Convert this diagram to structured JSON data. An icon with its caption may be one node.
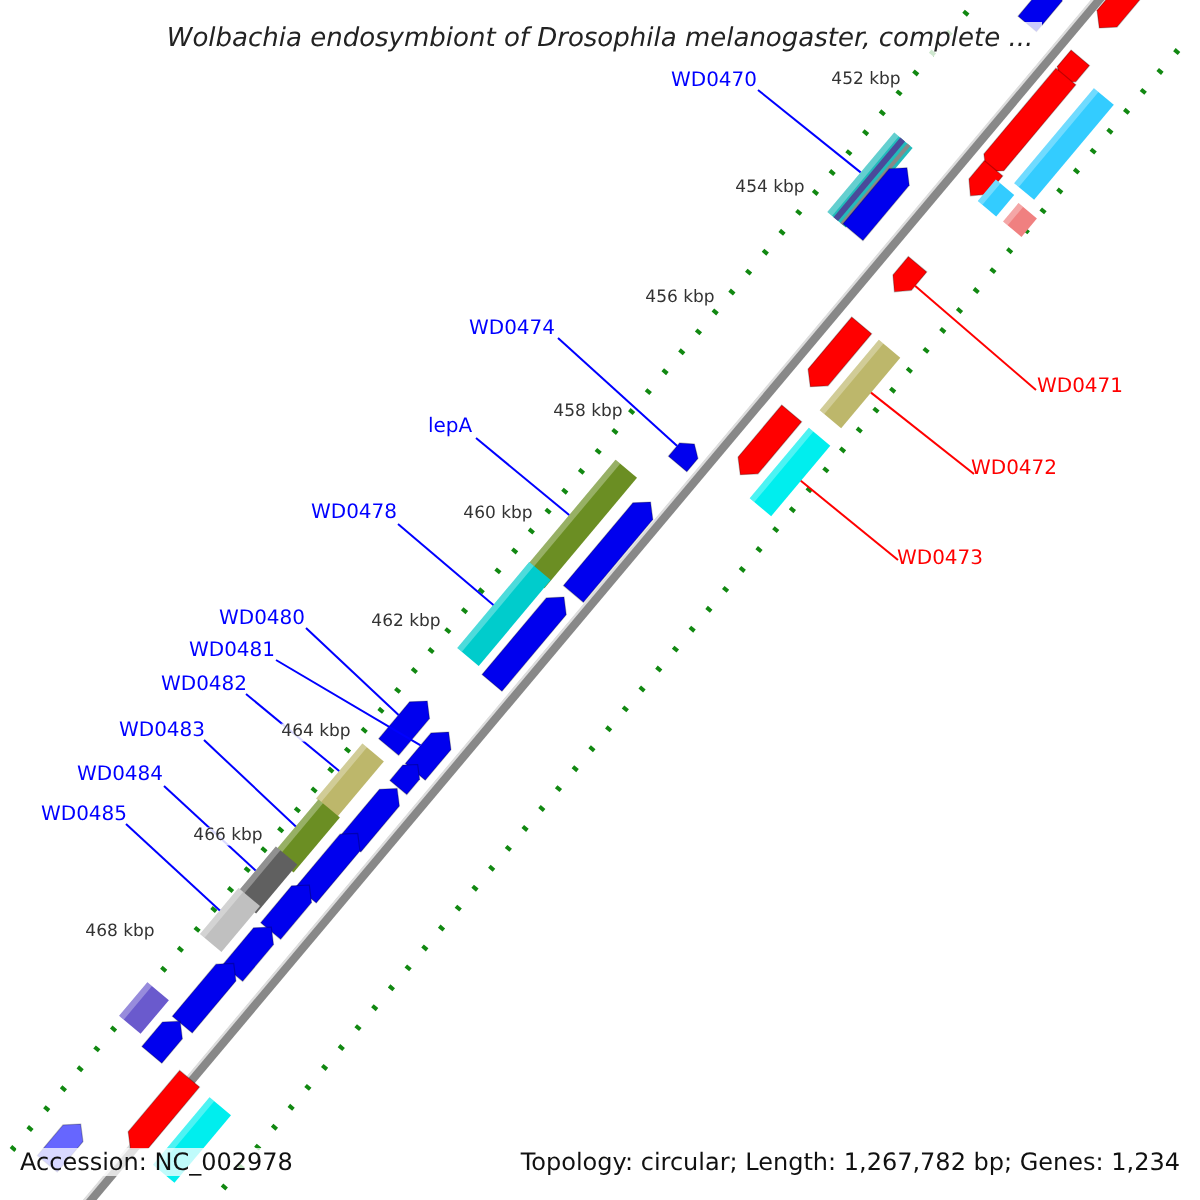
{
  "diagram": {
    "title": "Wolbachia endosymbiont of Drosophila melanogaster, complete ...",
    "nodes": [
      {
        "text": [
          "WD0470"
        ]
      },
      {
        "text": [
          "WD0474"
        ]
      },
      {
        "text": [
          "WD0471"
        ]
      },
      {
        "text": [
          "lepA"
        ]
      },
      {
        "text": [
          "WD0472"
        ]
      },
      {
        "text": [
          "WD0478"
        ]
      },
      {
        "text": [
          "WD0473"
        ]
      },
      {
        "text": [
          "WD0480"
        ]
      },
      {
        "text": [
          "WD0481"
        ]
      },
      {
        "text": [
          "WD0482"
        ]
      },
      {
        "text": [
          "WD0483"
        ]
      },
      {
        "text": [
          "WD0484"
        ]
      },
      {
        "text": [
          "WD0485"
        ]
      },
      {
        "text": [],
        "shape": "arrow"
      },
      {
        "text": [],
        "shape": "arrow"
      },
      {
        "text": [],
        "shape": "arrow"
      },
      {
        "text": [],
        "shape": "arrow"
      },
      {
        "text": [],
        "shape": "bar"
      },
      {
        "text": [],
        "shape": "bar"
      },
      {
        "text": [],
        "shape": "arrow"
      },
      {
        "text": [],
        "shape": "bar"
      },
      {
        "text": [],
        "shape": "arrow"
      },
      {
        "text": [],
        "shape": "bar"
      },
      {
        "text": [],
        "shape": "arrow"
      },
      {
        "text": [],
        "shape": "arrow"
      },
      {
        "text": [],
        "shape": "bar"
      },
      {
        "text": [],
        "shape": "arrow"
      },
      {
        "text": [],
        "shape": "arrow"
      },
      {
        "text": [],
        "shape": "bar"
      },
      {
        "text": [],
        "shape": "bar"
      },
      {
        "text": [],
        "shape": "arrow"
      },
      {
        "text": [],
        "shape": "bar"
      },
      {
        "text": [],
        "shape": "arrow"
      },
      {
        "text": [],
        "shape": "arrow"
      },
      {
        "text": [],
        "shape": "arrow"
      },
      {
        "text": [],
        "shape": "arrow"
      },
      {
        "text": [],
        "shape": "bar"
      },
      {
        "text": [],
        "shape": "arrow"
      },
      {
        "text": [],
        "shape": "bar"
      },
      {
        "text": [],
        "shape": "arrow"
      },
      {
        "text": [],
        "shape": "bar"
      },
      {
        "text": [],
        "shape": "arrow"
      },
      {
        "text": [],
        "shape": "bar"
      },
      {
        "text": [],
        "shape": "arrow"
      },
      {
        "text": [],
        "shape": "arrow"
      },
      {
        "text": [],
        "shape": "bar"
      },
      {
        "text": [],
        "shape": "arrow"
      },
      {
        "text": [],
        "shape": "arrow"
      },
      {
        "text": [],
        "shape": "bar"
      },
      {
        "text": [],
        "shape": "arrow"
      }
    ],
    "edges": [
      {
        "from": 0,
        "to": 18,
        "arrow": "none"
      },
      {
        "from": 1,
        "to": 27,
        "arrow": "none"
      },
      {
        "from": 2,
        "to": 23,
        "arrow": "none",
        "color": "#ff0000"
      },
      {
        "from": 3,
        "to": 29,
        "arrow": "none"
      },
      {
        "from": 4,
        "to": 25,
        "arrow": "none",
        "color": "#ff0000"
      },
      {
        "from": 5,
        "to": 31,
        "arrow": "none"
      },
      {
        "from": 6,
        "to": 28,
        "arrow": "none",
        "color": "#ff0000"
      },
      {
        "from": 7,
        "to": 33,
        "arrow": "none"
      },
      {
        "from": 8,
        "to": 34,
        "arrow": "none"
      },
      {
        "from": 9,
        "to": 36,
        "arrow": "none"
      },
      {
        "from": 10,
        "to": 38,
        "arrow": "none"
      },
      {
        "from": 11,
        "to": 40,
        "arrow": "none"
      },
      {
        "from": 12,
        "to": 42,
        "arrow": "none"
      }
    ],
    "labels": [
      "452 kbp",
      "454 kbp",
      "456 kbp",
      "458 kbp",
      "460 kbp",
      "462 kbp",
      "464 kbp",
      "466 kbp",
      "468 kbp",
      "Accession: NC_002978",
      "Topology: circular; Length: 1,267,782 bp; Genes: 1,234"
    ]
  }
}
